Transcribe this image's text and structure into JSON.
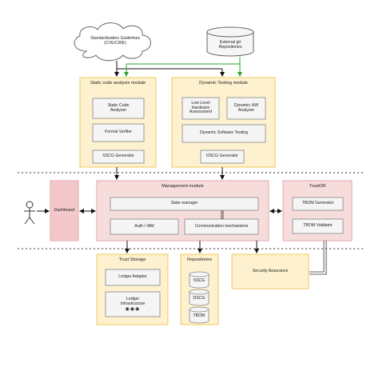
{
  "cloud": {
    "line1": "Standardization Guidelines",
    "line2": "(CVE/CWE)"
  },
  "external_repo": {
    "line1": "External git",
    "line2": "Repositories"
  },
  "static_module": {
    "title": "Static code analysis module",
    "analyzer": {
      "line1": "Static Code",
      "line2": "Analyzer"
    },
    "formal_verifier": "Formal Verifier",
    "sscg_generator": "SSCG Generator"
  },
  "dynamic_module": {
    "title": "Dynamic Testing module",
    "low_level": {
      "line1": "Low Level",
      "line2": "Hardware",
      "line3": "Assessment"
    },
    "hw_analyzer": {
      "line1": "Dynamic HW",
      "line2": "Analyzer"
    },
    "software_testing": "Dynamic Software Testing",
    "dscg_generator": "DSCG Generator"
  },
  "dashboard": "Dashboard",
  "management_module": {
    "title": "Management module",
    "state_manager": "State manager",
    "auth": "Auth / IAM",
    "communication": "Communication mechanisms"
  },
  "trustor": {
    "title": "TrustOR",
    "tbom_generator": "TBOM Generator",
    "tbom_validator": "TBOM Validator"
  },
  "trust_storage": {
    "title": "Trust Storage",
    "ledger_adapter": "Ledger Adapter",
    "ledger_infra": {
      "line1": "Ledger",
      "line2": "Infrastructure"
    }
  },
  "repositories": {
    "title": "Repositories",
    "items": [
      "SSCG",
      "DSCG",
      "TBOM"
    ]
  },
  "security_assurance": "Security Assurance",
  "colors": {
    "module_fill": "#fdf1cf",
    "module_stroke": "#f0c95e",
    "mgmt_fill": "#f7dcdc",
    "mgmt_stroke": "#e3a9ab",
    "dashboard_fill": "#f4c8cb",
    "inner_fill": "#f5f5f5",
    "inner_stroke": "#9a9a9a",
    "arrow_green": "#2aa52a",
    "arrow_black": "#111111"
  }
}
